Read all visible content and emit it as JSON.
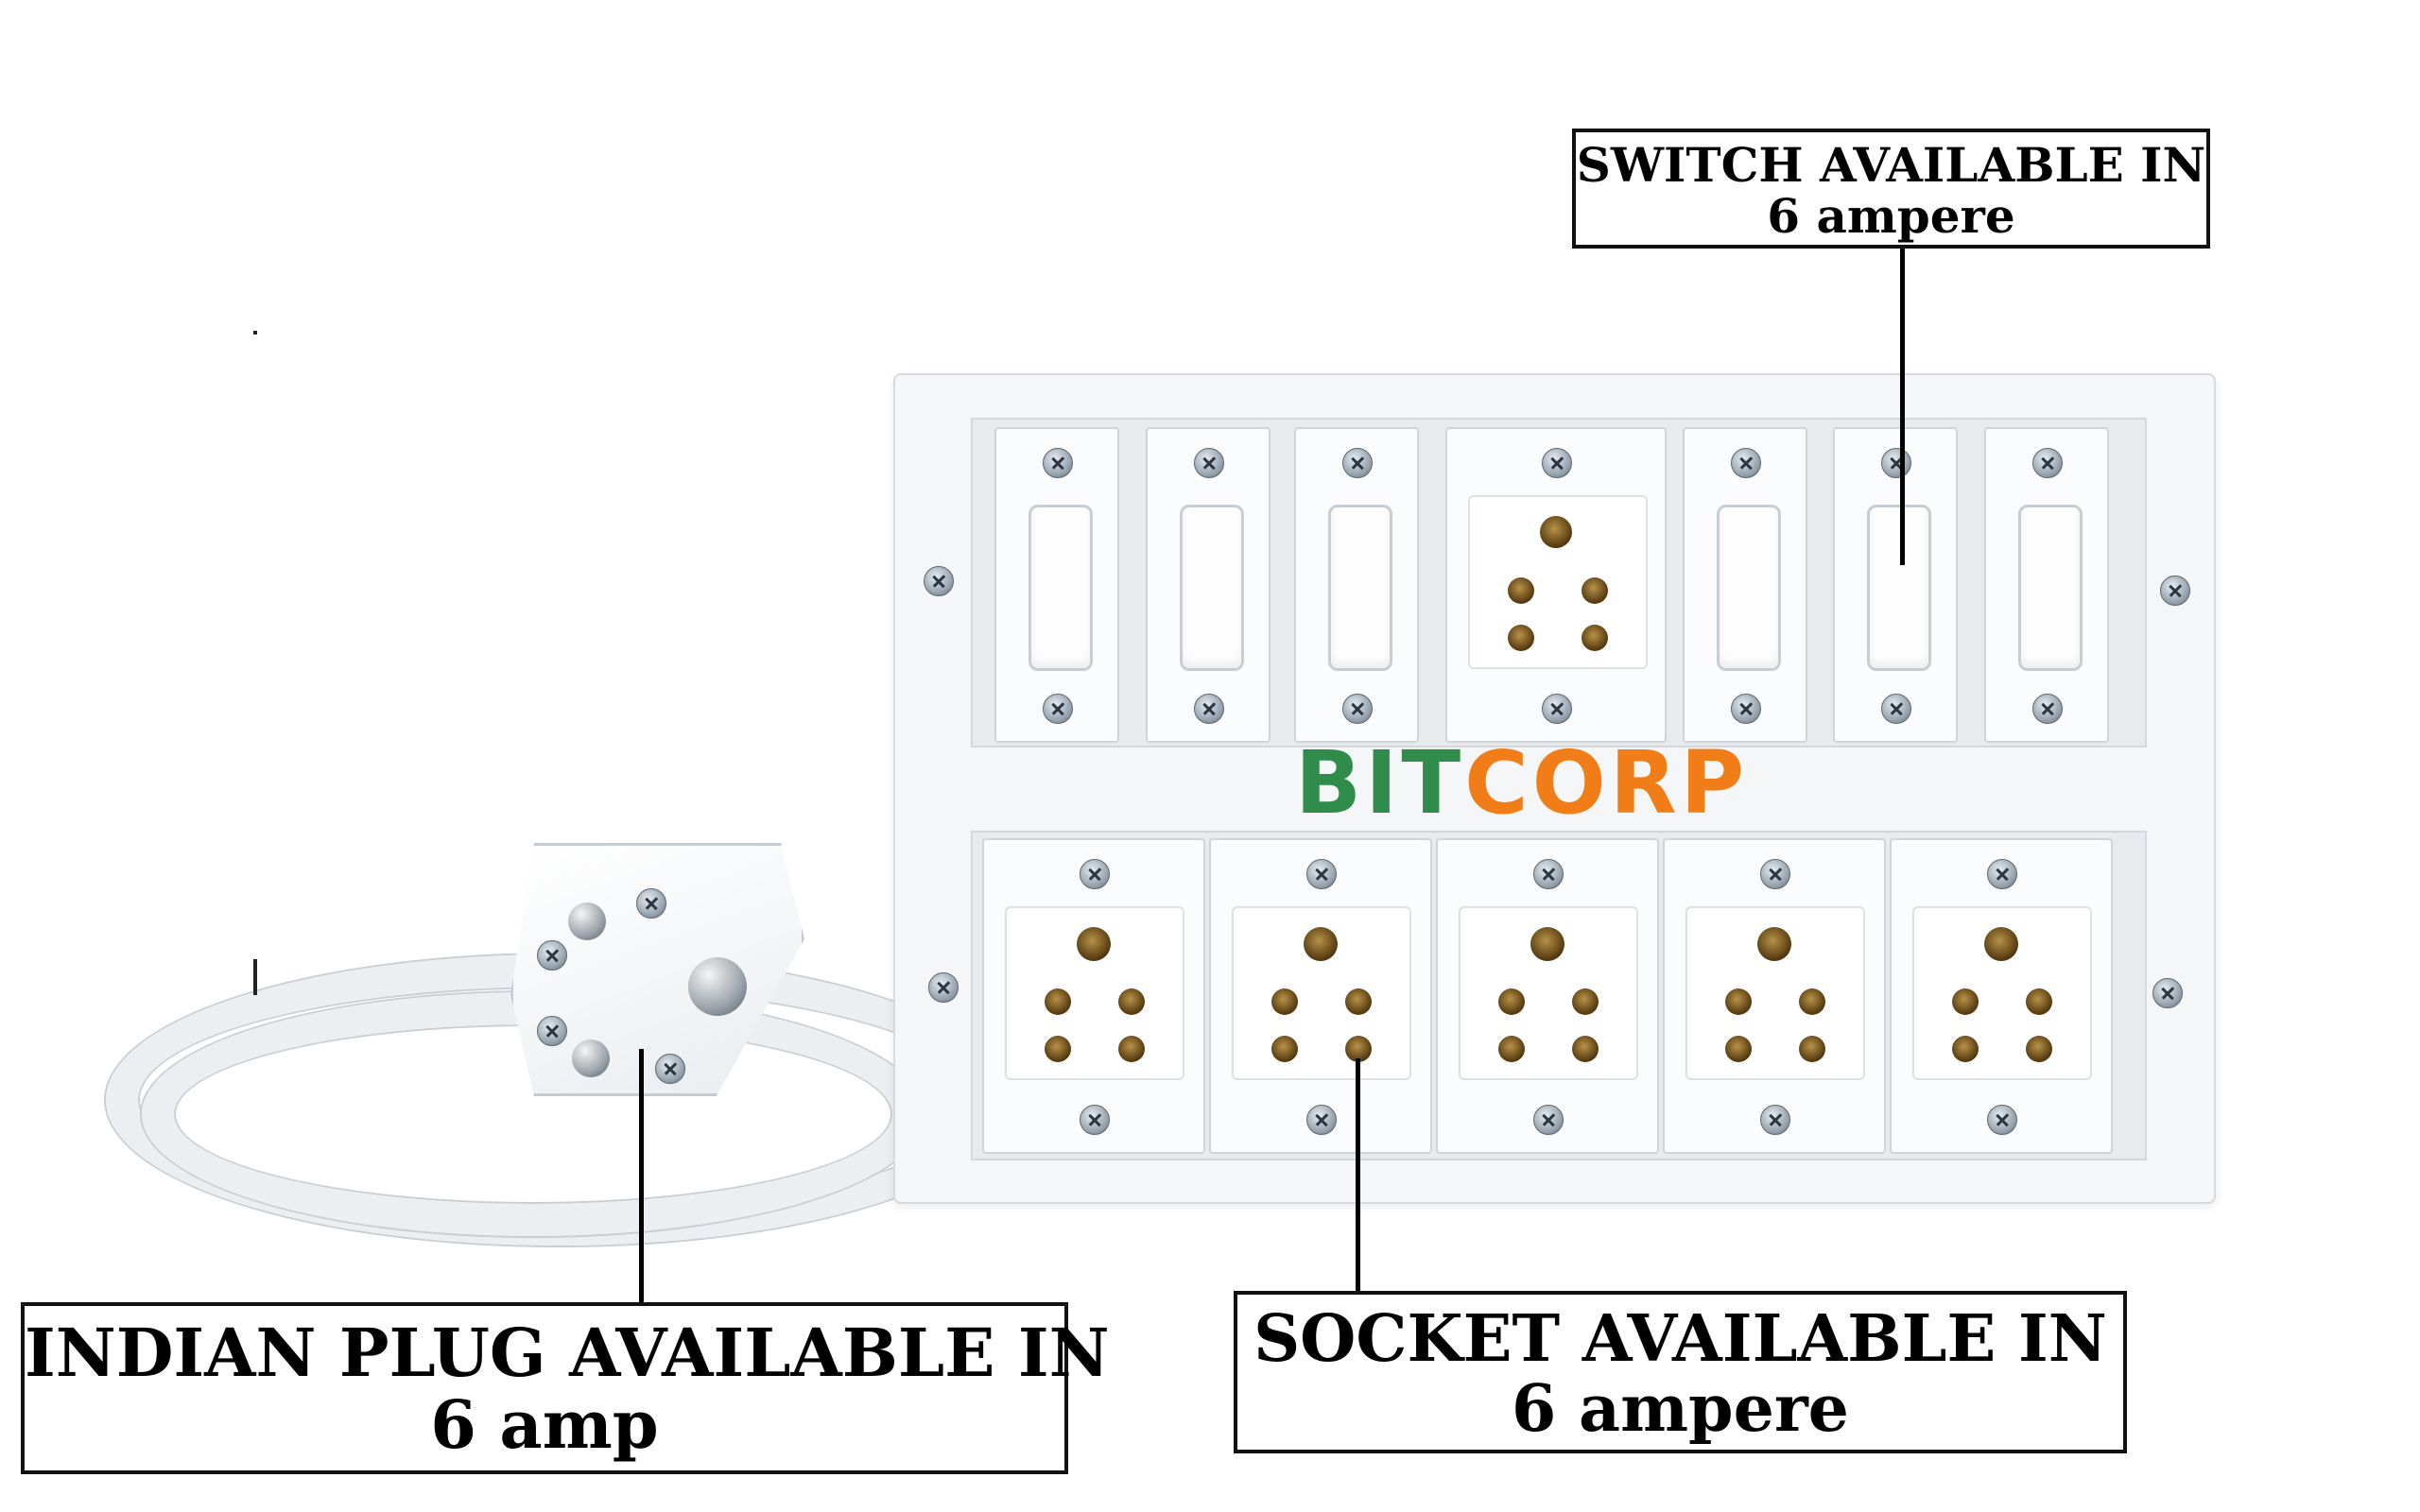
{
  "labels": {
    "switch": {
      "line1": "SWITCH AVAILABLE IN",
      "line2": "6 ampere"
    },
    "plug": {
      "line1": "INDIAN PLUG AVAILABLE IN",
      "line2": "6 amp"
    },
    "socket": {
      "line1": "SOCKET AVAILABLE IN",
      "line2": "6 ampere"
    }
  },
  "logo": {
    "part1": "BIT",
    "part2": "CORP"
  },
  "colors": {
    "logo_green": "#2f8c4a",
    "logo_orange": "#f07d17",
    "board": "#f4f6f8",
    "label_border": "#111111"
  },
  "icons": [
    "switch-board",
    "rocker-switch",
    "five-pin-socket",
    "three-pin-plug",
    "power-cable",
    "screw"
  ]
}
